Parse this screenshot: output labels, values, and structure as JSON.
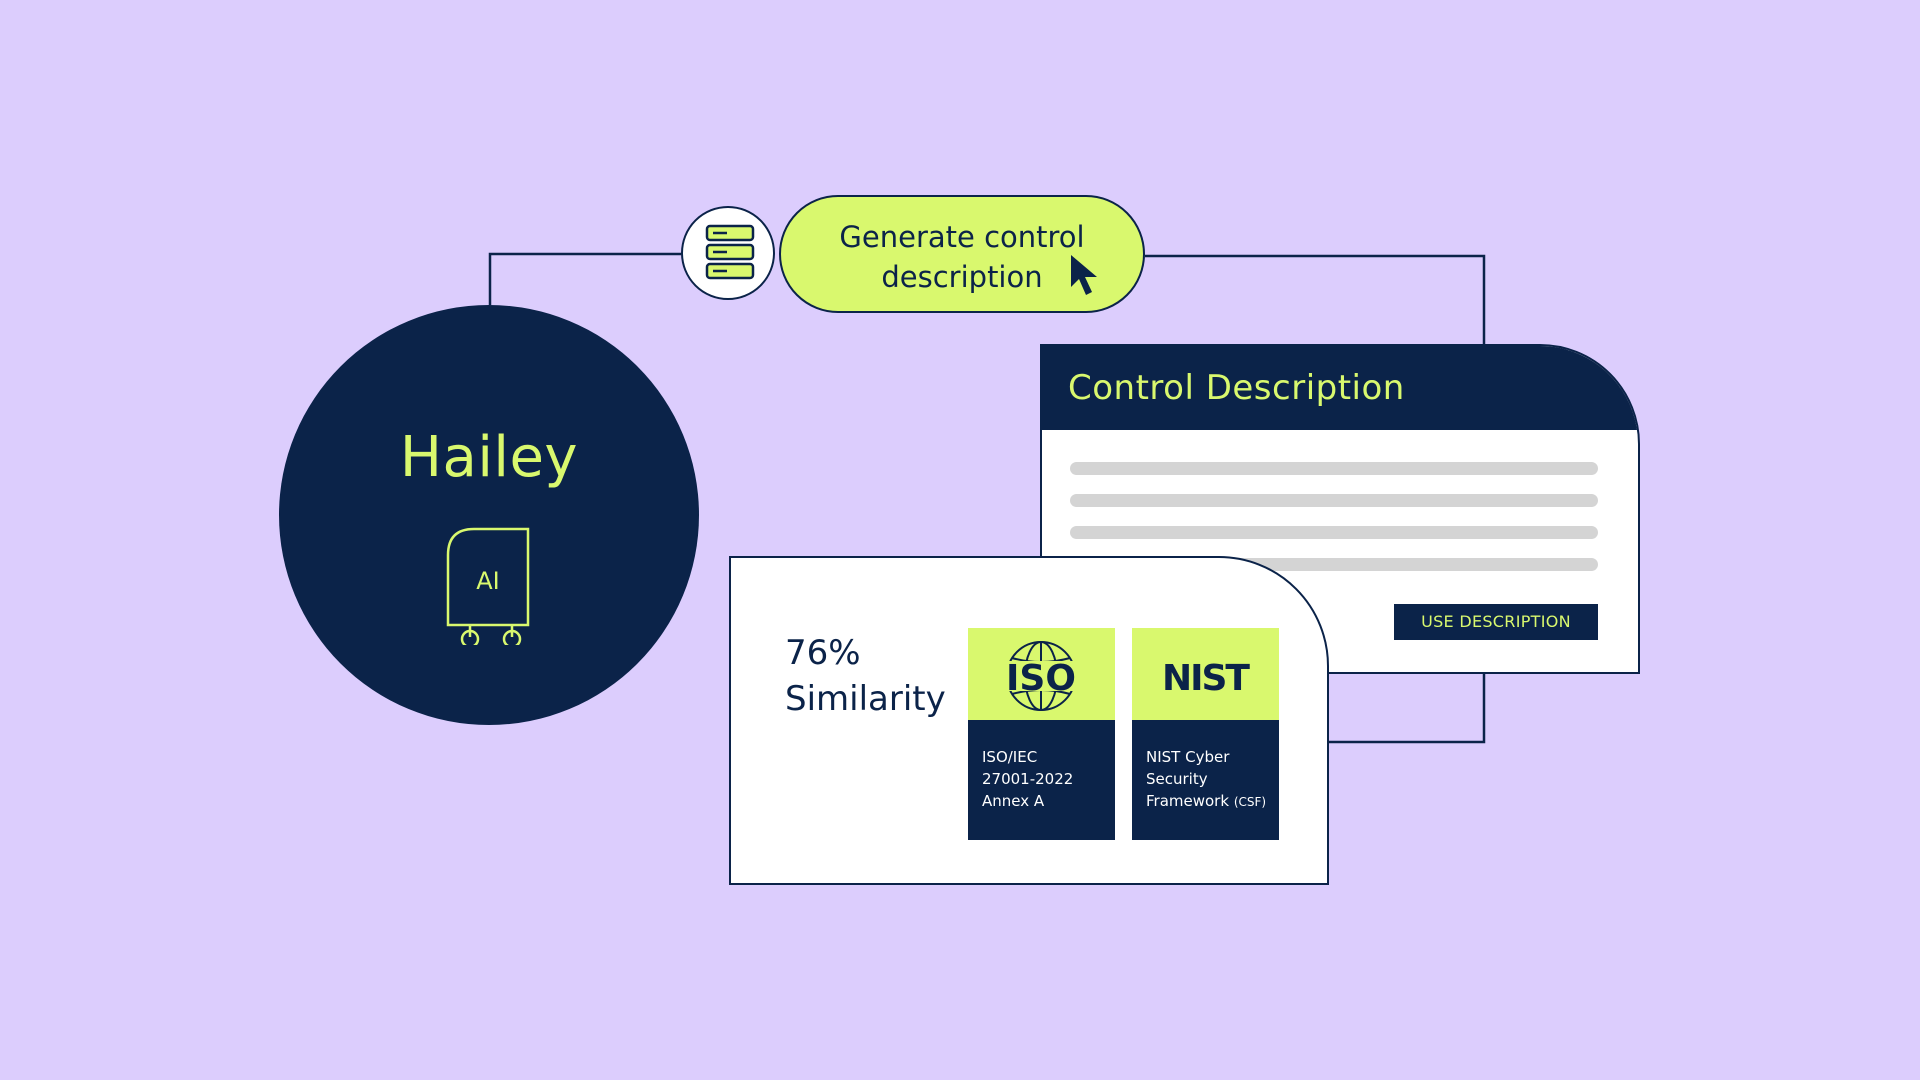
{
  "assistant": {
    "name": "Hailey",
    "chip_label": "AI"
  },
  "action": {
    "label": "Generate control\ndescription"
  },
  "control_card": {
    "title": "Control Description",
    "button_label": "USE DESCRIPTION"
  },
  "similarity": {
    "percent": "76%",
    "label": "Similarity"
  },
  "frameworks": [
    {
      "logo_text": "ISO",
      "lines": [
        "ISO/IEC",
        "27001-2022",
        "Annex A"
      ]
    },
    {
      "logo_text": "NIST",
      "lines": [
        "NIST Cyber",
        "Security",
        "Framework"
      ],
      "suffix": "(CSF)"
    }
  ],
  "colors": {
    "background": "#dccdfd",
    "navy": "#0b2349",
    "lime": "#d9f86e",
    "placeholder_line": "#d4d4d4"
  },
  "icons": [
    "database-icon",
    "cursor-icon",
    "ai-chip-icon",
    "globe-icon"
  ]
}
